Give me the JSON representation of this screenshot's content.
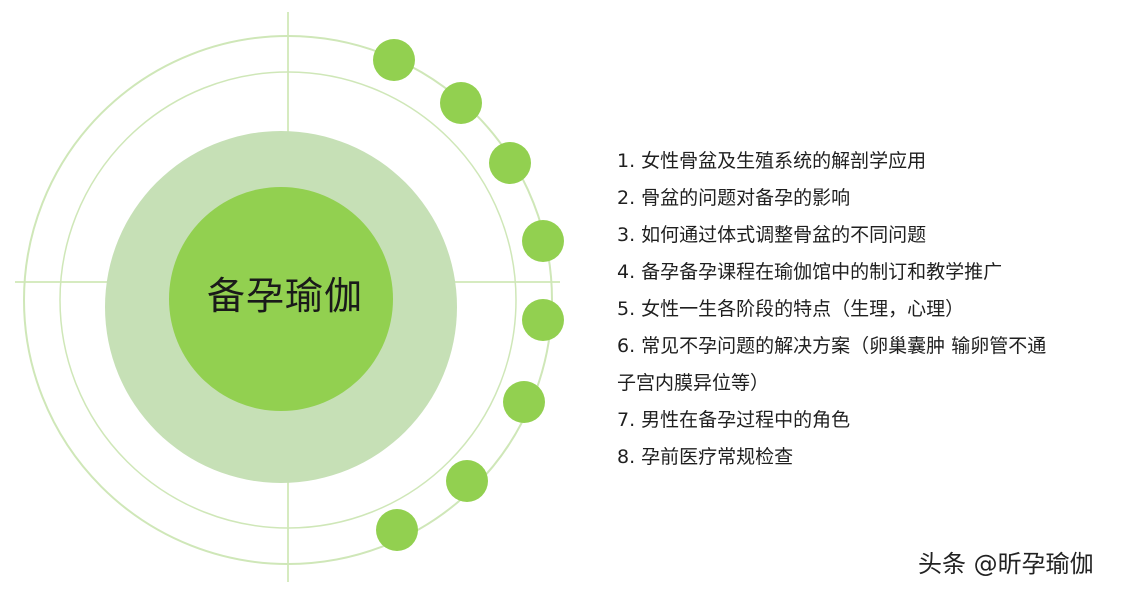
{
  "colors": {
    "guide_line": "#d6ebc0",
    "outer_ring": "#cfe7b8",
    "halo_fill": "#c6e0b6",
    "core_fill": "#92d050",
    "dot_fill": "#92d050",
    "text": "#1f1f1f"
  },
  "center": {
    "title": "备孕瑜伽"
  },
  "items": [
    {
      "line": "1. 女性骨盆及生殖系统的解剖学应用"
    },
    {
      "line": "2. 骨盆的问题对备孕的影响"
    },
    {
      "line": "3. 如何通过体式调整骨盆的不同问题"
    },
    {
      "line": "4. 备孕备孕课程在瑜伽馆中的制订和教学推广"
    },
    {
      "line": "5. 女性一生各阶段的特点（生理，心理）"
    },
    {
      "line": "6. 常见不孕问题的解决方案（卵巢囊肿 输卵管不通"
    },
    {
      "line": "子宫内膜异位等）"
    },
    {
      "line": "7. 男性在备孕过程中的角色"
    },
    {
      "line": "8. 孕前医疗常规检查"
    }
  ],
  "watermark": {
    "text": "头条 @昕孕瑜伽"
  }
}
